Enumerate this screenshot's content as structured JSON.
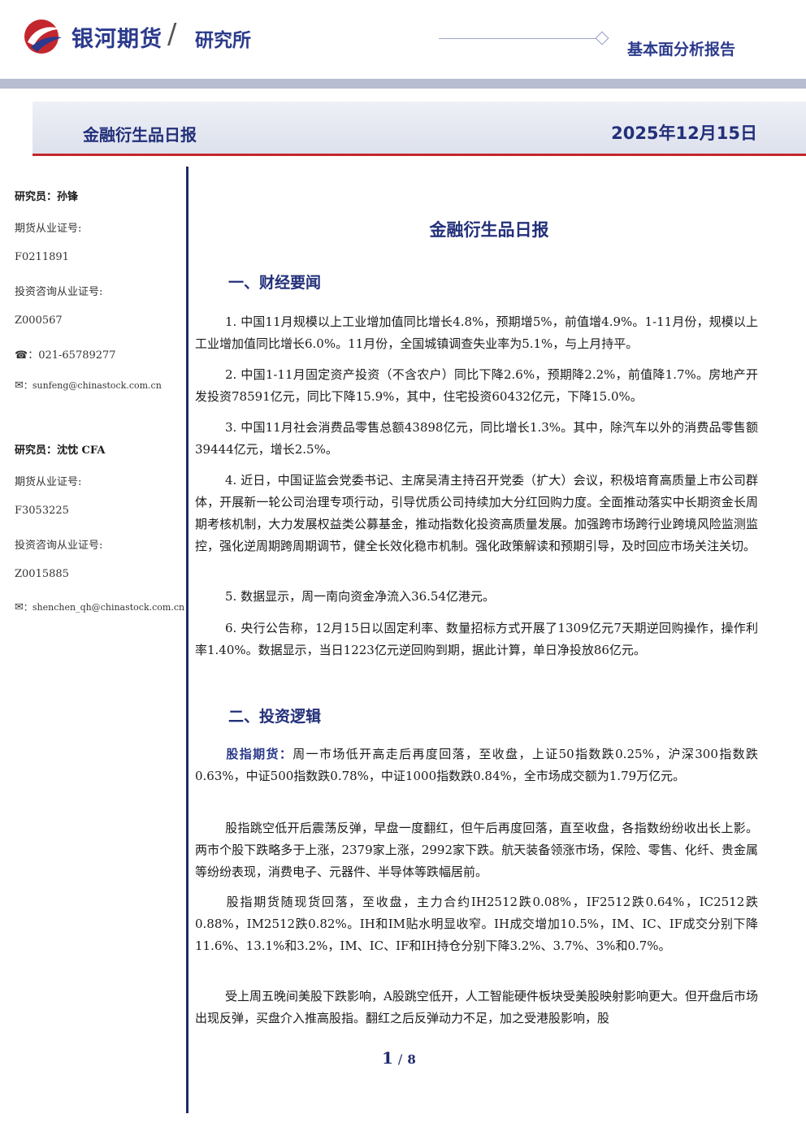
{
  "header": {
    "brand": "银河期货",
    "institute": "研究所",
    "report_type": "基本面分析报告"
  },
  "banner": {
    "title": "金融衍生品日报",
    "date": "2025年12月15日"
  },
  "sidebar": {
    "analyst1": {
      "name": "研究员：孙锋",
      "license_label": "期货从业证号:",
      "license": "F0211891",
      "consult_label": "投资咨询从业证号:",
      "consult": "Z000567",
      "phone": "：021-65789277",
      "email": "：sunfeng@chinastock.com.cn"
    },
    "analyst2": {
      "name": "研究员：沈忱 CFA",
      "license_label": "期货从业证号:",
      "license": "F3053225",
      "consult_label": "投资咨询从业证号:",
      "consult": "Z0015885",
      "email": "：shenchen_qh@chinastock.com.cn"
    }
  },
  "content": {
    "title": "金融衍生品日报",
    "section1": "一、财经要闻",
    "p1": "1. 中国11月规模以上工业增加值同比增长4.8%，预期增5%，前值增4.9%。1-11月份，规模以上工业增加值同比增长6.0%。11月份，全国城镇调查失业率为5.1%，与上月持平。",
    "p2": "2. 中国1-11月固定资产投资（不含农户）同比下降2.6%，预期降2.2%，前值降1.7%。房地产开发投资78591亿元，同比下降15.9%，其中，住宅投资60432亿元，下降15.0%。",
    "p3": "3. 中国11月社会消费品零售总额43898亿元，同比增长1.3%。其中，除汽车以外的消费品零售额39444亿元，增长2.5%。",
    "p4": "4. 近日，中国证监会党委书记、主席吴清主持召开党委（扩大）会议，积极培育高质量上市公司群体，开展新一轮公司治理专项行动，引导优质公司持续加大分红回购力度。全面推动落实中长期资金长周期考核机制，大力发展权益类公募基金，推动指数化投资高质量发展。加强跨市场跨行业跨境风险监测监控，强化逆周期跨周期调节，健全长效化稳市机制。强化政策解读和预期引导，及时回应市场关注关切。",
    "p5": "5. 数据显示，周一南向资金净流入36.54亿港元。",
    "p6": "6. 央行公告称，12月15日以固定利率、数量招标方式开展了1309亿元7天期逆回购操作，操作利率1.40%。数据显示，当日1223亿元逆回购到期，据此计算，单日净投放86亿元。",
    "section2": "二、投资逻辑",
    "q1_key": "股指期货：",
    "q1": "周一市场低开高走后再度回落，至收盘，上证50指数跌0.25%，沪深300指数跌0.63%，中证500指数跌0.78%，中证1000指数跌0.84%，全市场成交额为1.79万亿元。",
    "q2": "股指跳空低开后震荡反弹，早盘一度翻红，但午后再度回落，直至收盘，各指数纷纷收出长上影。两市个股下跌略多于上涨，2379家上涨，2992家下跌。航天装备领涨市场，保险、零售、化纤、贵金属等纷纷表现，消费电子、元器件、半导体等跌幅居前。",
    "q3": "股指期货随现货回落，至收盘，主力合约IH2512跌0.08%，IF2512跌0.64%，IC2512跌0.88%，IM2512跌0.82%。IH和IM贴水明显收窄。IH成交增加10.5%，IM、IC、IF成交分别下降11.6%、13.1%和3.2%，IM、IC、IF和IH持仓分别下降3.2%、3.7%、3%和0.7%。",
    "q4": "受上周五晚间美股下跌影响，A股跳空低开，人工智能硬件板块受美股映射影响更大。但开盘后市场出现反弹，买盘介入推高股指。翻红之后反弹动力不足，加之受港股影响，股"
  },
  "footer": {
    "page": "1",
    "separator": "/",
    "total": "8"
  }
}
